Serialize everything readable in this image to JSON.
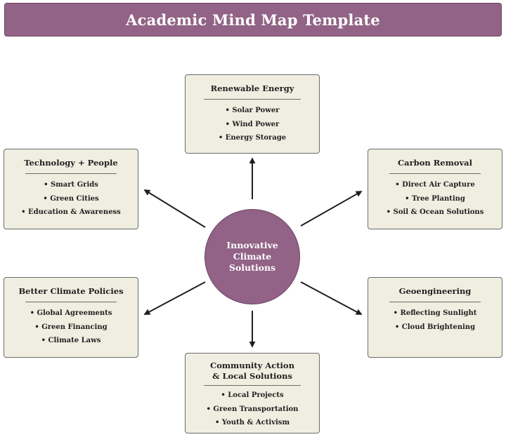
{
  "header": {
    "title": "Academic Mind Map Template"
  },
  "center": {
    "label": "Innovative\nClimate\nSolutions"
  },
  "nodes": {
    "renewable": {
      "title": "Renewable Energy",
      "items": [
        "• Solar Power",
        "• Wind Power",
        "• Energy Storage"
      ]
    },
    "technology": {
      "title": "Technology + People",
      "items": [
        "• Smart Grids",
        "• Green Cities",
        "• Education & Awareness"
      ]
    },
    "carbon": {
      "title": "Carbon Removal",
      "items": [
        "• Direct Air Capture",
        "• Tree Planting",
        "• Soil & Ocean Solutions"
      ]
    },
    "policies": {
      "title": "Better Climate Policies",
      "items": [
        "• Global Agreements",
        "• Green Financing",
        "• Climate Laws"
      ]
    },
    "geoengineering": {
      "title": "Geoengineering",
      "items": [
        "• Reflecting Sunlight",
        "• Cloud Brightening"
      ]
    },
    "community": {
      "title": "Community Action & Local Solutions",
      "items": [
        "• Local Projects",
        "• Green Transportation",
        "• Youth & Activism"
      ]
    }
  },
  "colors": {
    "accent": "#926386",
    "node_fill": "#efeee1",
    "node_border": "#6b6b6b",
    "arrow": "#1f1f1f"
  }
}
